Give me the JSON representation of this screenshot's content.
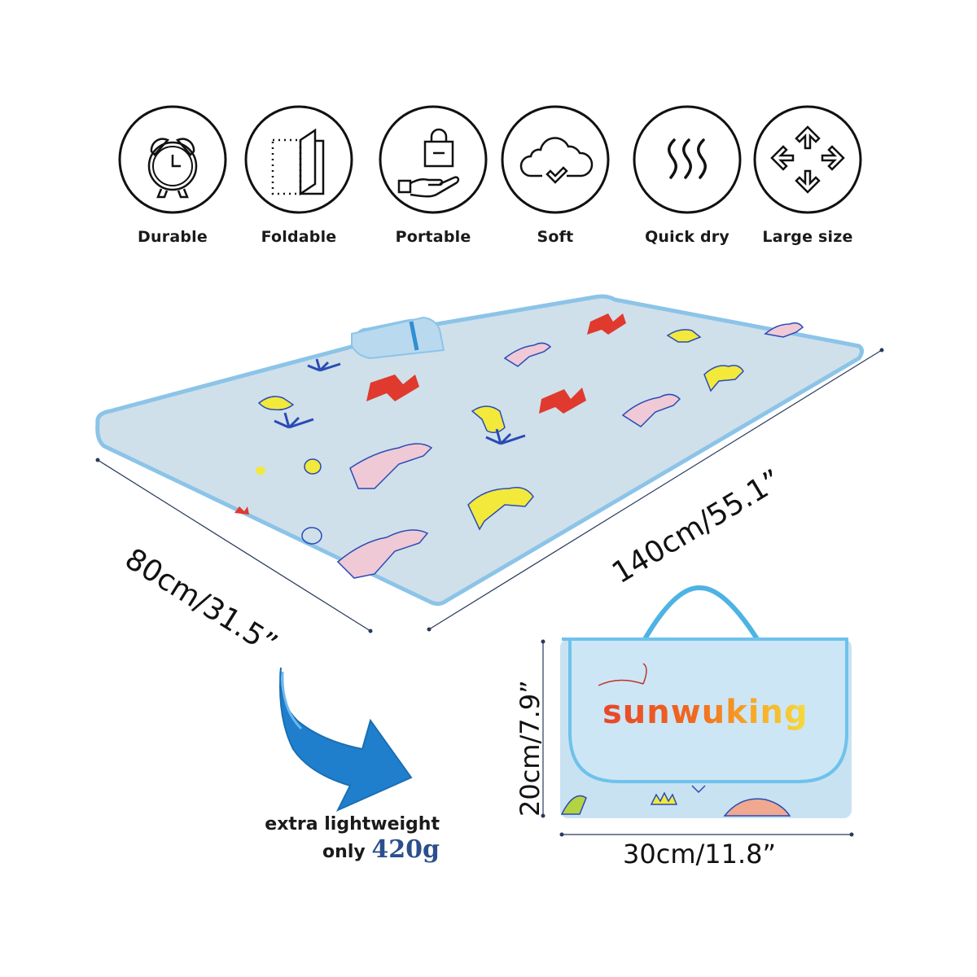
{
  "features": [
    {
      "label": "Durable",
      "icon": "alarm-clock-icon"
    },
    {
      "label": "Foldable",
      "icon": "fold-page-icon"
    },
    {
      "label": "Portable",
      "icon": "hand-holding-bag-icon"
    },
    {
      "label": "Soft",
      "icon": "cloud-check-icon"
    },
    {
      "label": "Quick dry",
      "icon": "heat-waves-icon"
    },
    {
      "label": "Large size",
      "icon": "expand-arrows-icon"
    }
  ],
  "mat": {
    "width_label": "80cm/31.5”",
    "length_label": "140cm/55.1”",
    "color": "#cfe0ea",
    "edge_color": "#8cc4e8"
  },
  "weight": {
    "line1": "extra lightweight",
    "line2_prefix": "only",
    "value": "420g",
    "value_color": "#2b4f8c",
    "arrow_color": "#1f7fcc"
  },
  "folded": {
    "brand": "sunwuking",
    "height_label": "20cm/7.9”",
    "width_label": "30cm/11.8”",
    "color": "#c9e2f2",
    "strap_color": "#4eb3e3"
  },
  "colors": {
    "dimension_line": "#2a3a5c",
    "icon_stroke": "#111111"
  }
}
